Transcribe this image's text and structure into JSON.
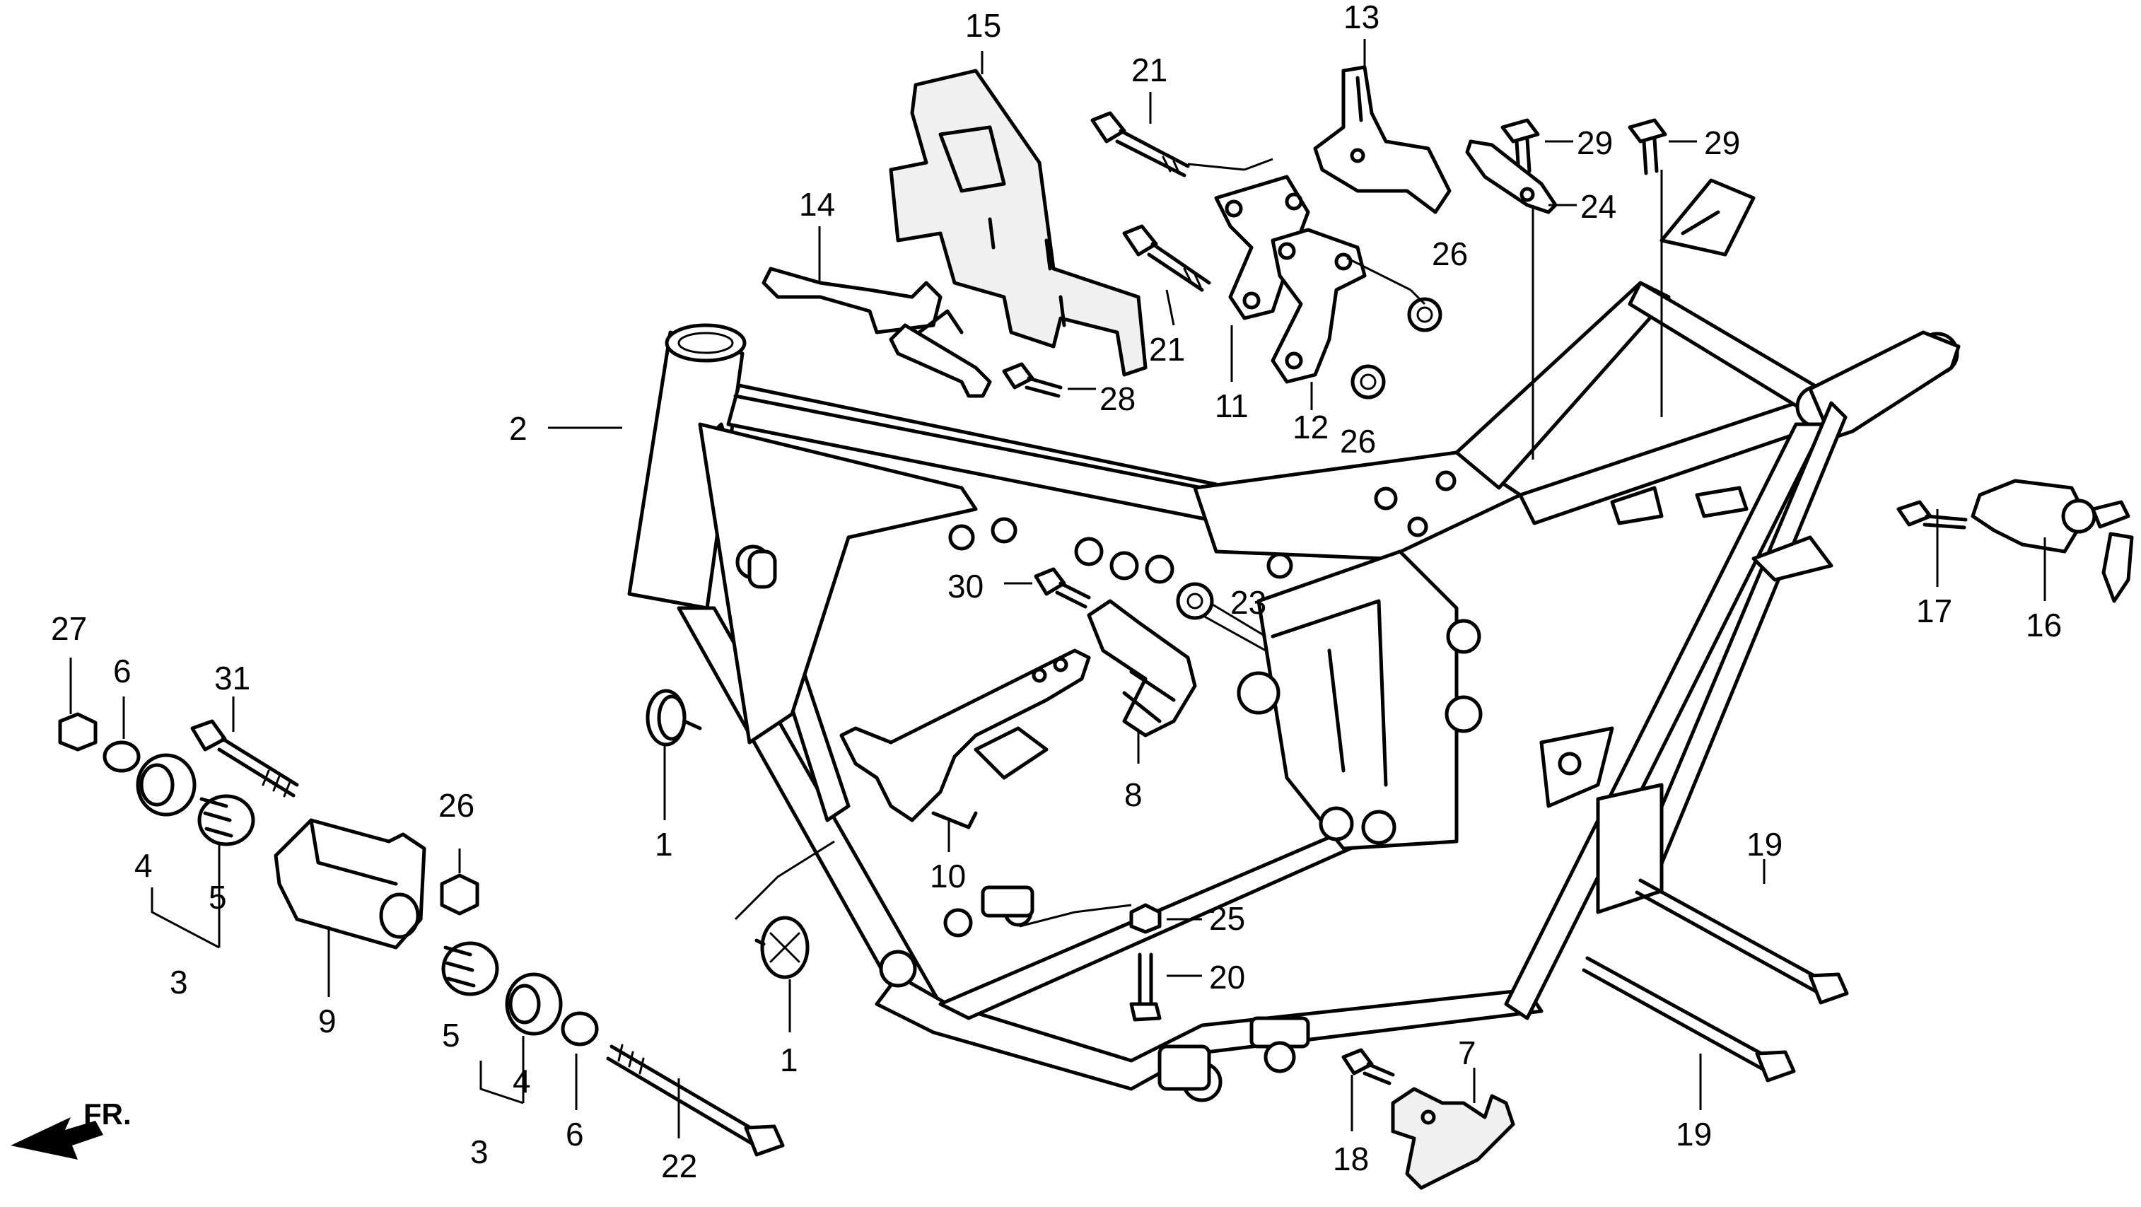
{
  "diagram": {
    "direction_label": "FR.",
    "callouts": {
      "c1a": "1",
      "c1b": "1",
      "c2": "2",
      "c3a": "3",
      "c3b": "3",
      "c4a": "4",
      "c4b": "4",
      "c5a": "5",
      "c5b": "5",
      "c6a": "6",
      "c6b": "6",
      "c7": "7",
      "c8": "8",
      "c9": "9",
      "c10": "10",
      "c11": "11",
      "c12": "12",
      "c13": "13",
      "c14": "14",
      "c15": "15",
      "c16": "16",
      "c17": "17",
      "c18": "18",
      "c19a": "19",
      "c19b": "19",
      "c20": "20",
      "c21a": "21",
      "c21b": "21",
      "c22": "22",
      "c23": "23",
      "c24": "24",
      "c25": "25",
      "c26a": "26",
      "c26b": "26",
      "c26c": "26",
      "c27": "27",
      "c28": "28",
      "c29a": "29",
      "c29b": "29",
      "c30": "30",
      "c31": "31"
    }
  }
}
